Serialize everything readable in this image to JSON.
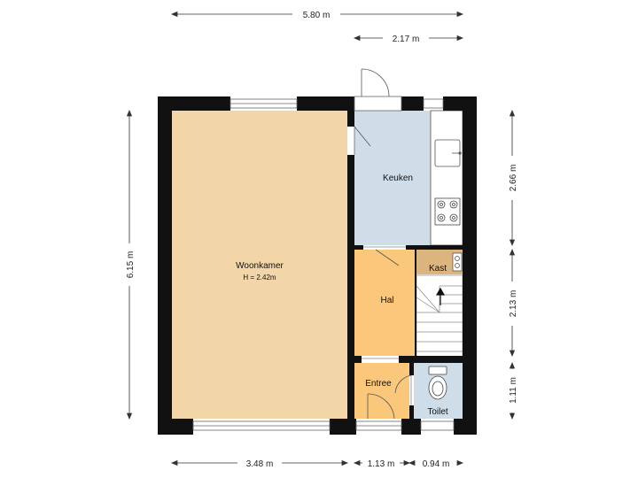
{
  "rooms": {
    "woonkamer": {
      "name": "Woonkamer",
      "height": "H = 2.42m"
    },
    "keuken": {
      "name": "Keuken"
    },
    "hal": {
      "name": "Hal"
    },
    "kast": {
      "name": "Kast"
    },
    "entree": {
      "name": "Entree"
    },
    "toilet": {
      "name": "Toilet"
    }
  },
  "dimensions": {
    "top_total": "5.80 m",
    "top_kitchen": "2.17 m",
    "left_total": "6.15 m",
    "right_kitchen": "2.66 m",
    "right_hall": "2.13 m",
    "right_toilet": "1.11 m",
    "bottom_living": "3.48 m",
    "bottom_entree": "1.13 m",
    "bottom_toilet": "0.94 m"
  },
  "colors": {
    "wall": "#111111",
    "woonkamer": "#f3d6a8",
    "keuken": "#cfdde9",
    "hal": "#fbc77b",
    "kast": "#dcb47d",
    "entree": "#fbc77b",
    "toilet": "#cfdde9",
    "stairs": "#ffffff"
  }
}
